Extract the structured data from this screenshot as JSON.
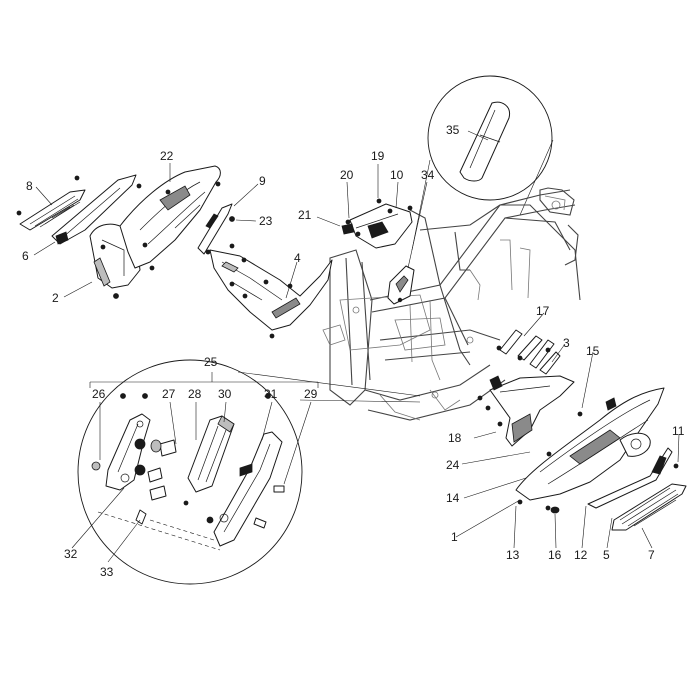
{
  "diagram": {
    "callouts": [
      {
        "id": "c35",
        "text": "35"
      },
      {
        "id": "c8",
        "text": "8"
      },
      {
        "id": "c22",
        "text": "22"
      },
      {
        "id": "c9",
        "text": "9"
      },
      {
        "id": "c23",
        "text": "23"
      },
      {
        "id": "c6",
        "text": "6"
      },
      {
        "id": "c2",
        "text": "2"
      },
      {
        "id": "c4",
        "text": "4"
      },
      {
        "id": "c19",
        "text": "19"
      },
      {
        "id": "c20",
        "text": "20"
      },
      {
        "id": "c10",
        "text": "10"
      },
      {
        "id": "c34",
        "text": "34"
      },
      {
        "id": "c21",
        "text": "21"
      },
      {
        "id": "c25",
        "text": "25"
      },
      {
        "id": "c17",
        "text": "17"
      },
      {
        "id": "c3",
        "text": "3"
      },
      {
        "id": "c15",
        "text": "15"
      },
      {
        "id": "c18",
        "text": "18"
      },
      {
        "id": "c24",
        "text": "24"
      },
      {
        "id": "c14",
        "text": "14"
      },
      {
        "id": "c1",
        "text": "1"
      },
      {
        "id": "c11",
        "text": "11"
      },
      {
        "id": "c13",
        "text": "13"
      },
      {
        "id": "c16",
        "text": "16"
      },
      {
        "id": "c12",
        "text": "12"
      },
      {
        "id": "c5",
        "text": "5"
      },
      {
        "id": "c7",
        "text": "7"
      },
      {
        "id": "c26",
        "text": "26"
      },
      {
        "id": "c27",
        "text": "27"
      },
      {
        "id": "c28",
        "text": "28"
      },
      {
        "id": "c30",
        "text": "30"
      },
      {
        "id": "c31",
        "text": "31"
      },
      {
        "id": "c29",
        "text": "29"
      },
      {
        "id": "c32",
        "text": "32"
      },
      {
        "id": "c33",
        "text": "33"
      }
    ]
  }
}
